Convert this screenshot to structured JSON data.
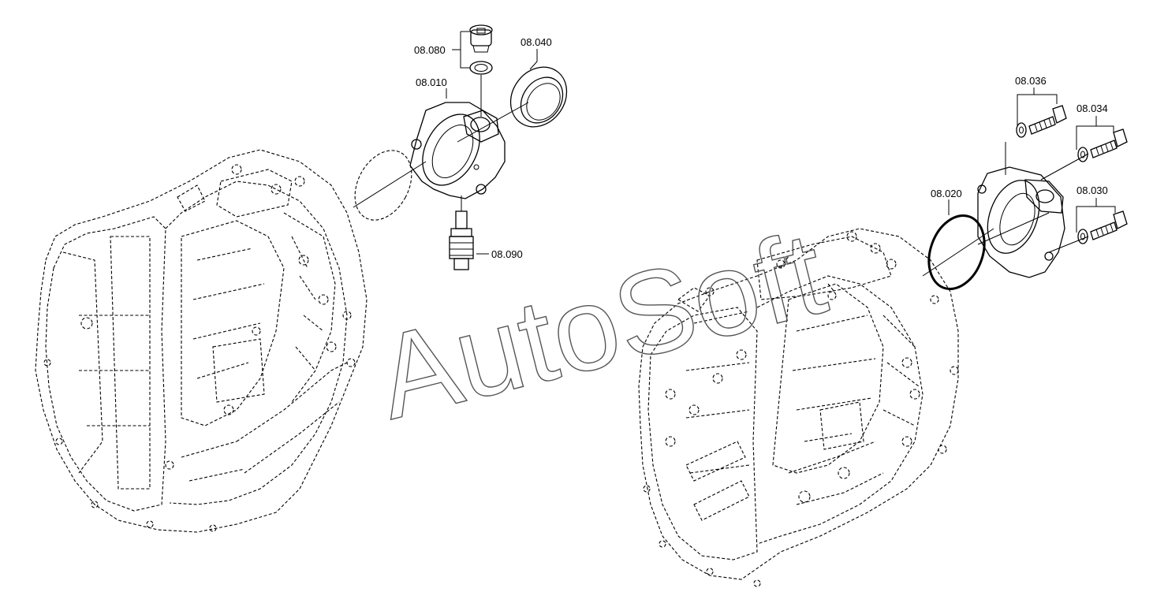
{
  "watermark": "AutoSoft",
  "parts": [
    {
      "id": "08.080"
    },
    {
      "id": "08.040"
    },
    {
      "id": "08.010"
    },
    {
      "id": "08.090"
    },
    {
      "id": "08.036"
    },
    {
      "id": "08.034"
    },
    {
      "id": "08.020"
    },
    {
      "id": "08.030"
    }
  ]
}
